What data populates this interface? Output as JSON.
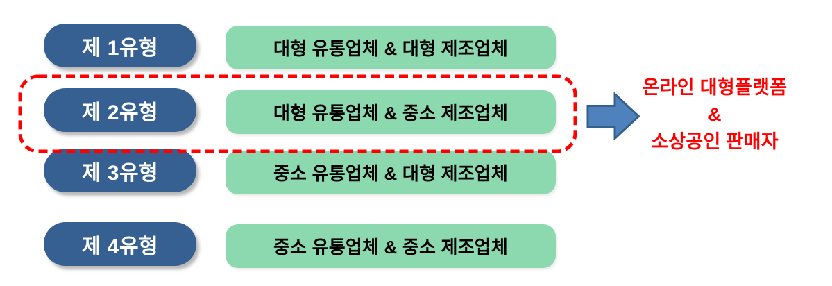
{
  "diagram": {
    "title": "distribution-manufacturer type matrix",
    "colors": {
      "pill_bg": "#366092",
      "pill_text": "#ffffff",
      "box_bg": "#8CD9B0",
      "box_text": "#000000",
      "highlight_border": "#FF0000",
      "arrow_fill": "#4F81BD",
      "arrow_stroke": "#36618E",
      "result_text_color": "#FF0000"
    },
    "rows": [
      {
        "type_label": "제 1유형",
        "description": "대형 유통업체 & 대형 제조업체",
        "highlighted": false
      },
      {
        "type_label": "제 2유형",
        "description": "대형 유통업체 & 중소 제조업체",
        "highlighted": true
      },
      {
        "type_label": "제 3유형",
        "description": "중소 유통업체 & 대형 제조업체",
        "highlighted": false
      },
      {
        "type_label": "제 4유형",
        "description": "중소 유통업체 & 중소 제조업체",
        "highlighted": false
      }
    ],
    "result": {
      "lines": [
        "온라인 대형플랫폼",
        "&",
        "소상공인 판매자"
      ]
    },
    "arrow_icon": "right-block-arrow"
  }
}
